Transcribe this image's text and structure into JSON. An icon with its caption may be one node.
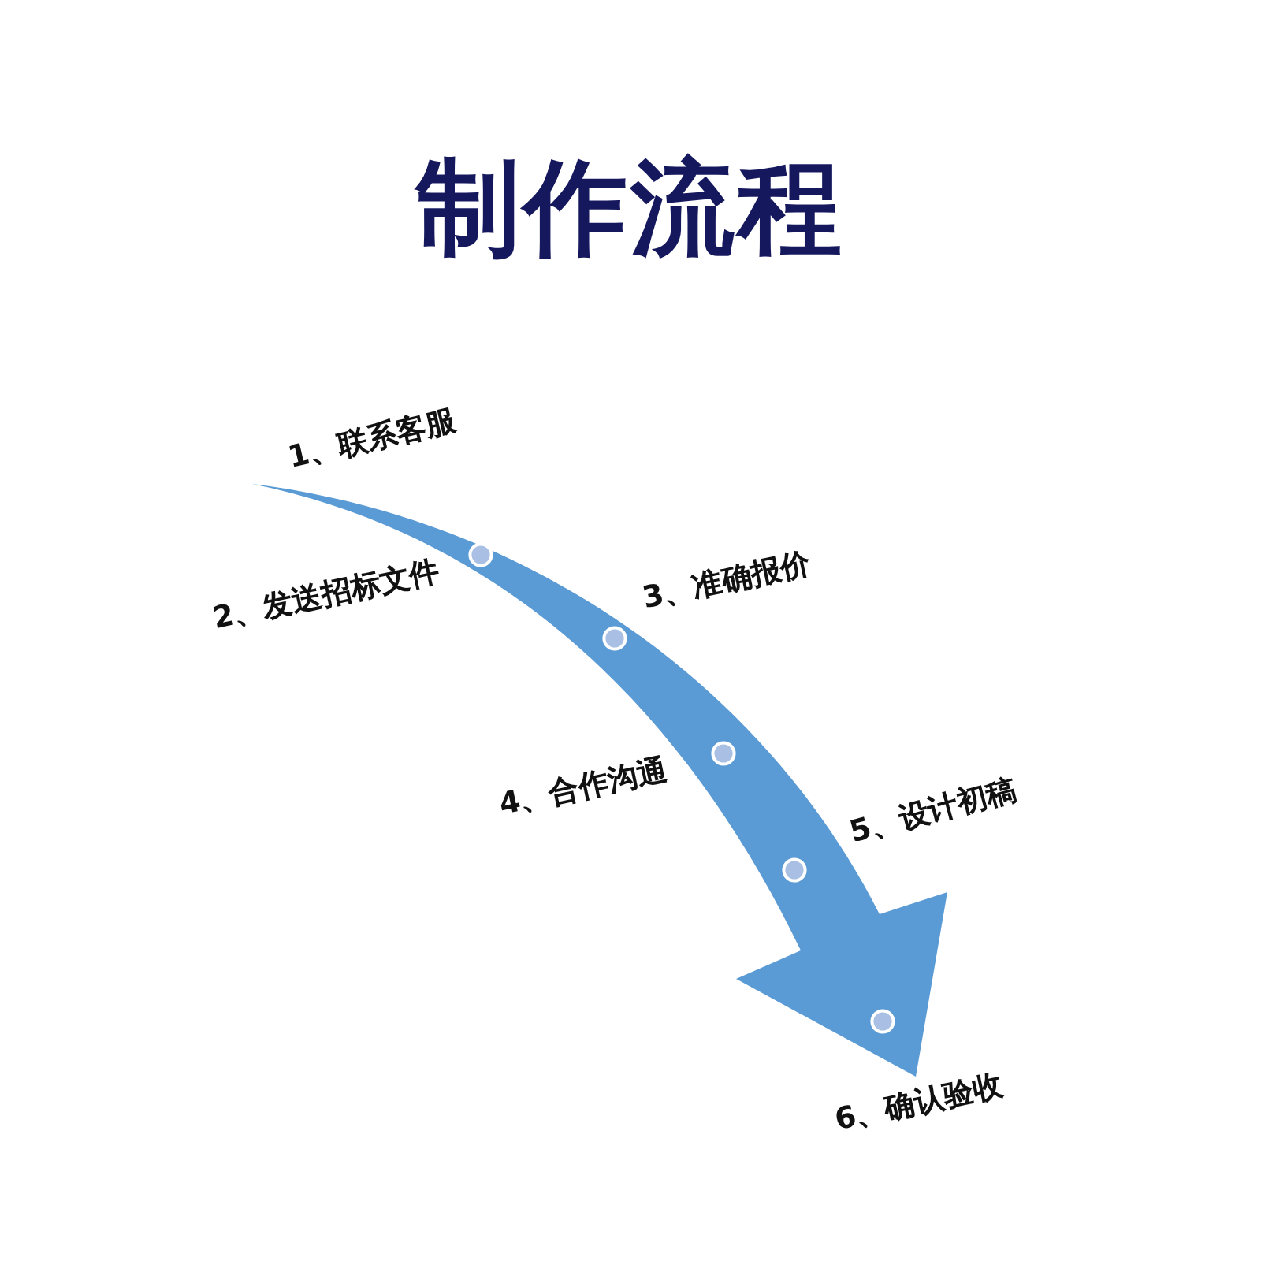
{
  "diagram": {
    "title": "制作流程",
    "labels": [
      "1、联系客服",
      "2、发送招标文件",
      "3、准确报价",
      "4、合作沟通",
      "5、设计初稿",
      "6、确认验收"
    ]
  }
}
